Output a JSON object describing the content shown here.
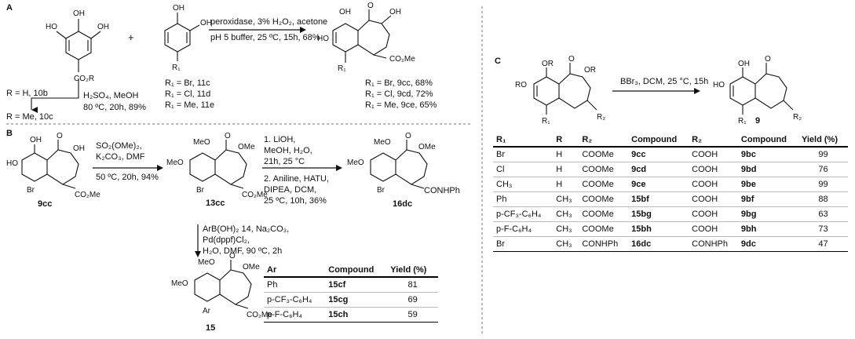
{
  "panels": {
    "a": "A",
    "b": "B",
    "c": "C"
  },
  "panel_a": {
    "conditions_line1": "peroxidase, 3% H₂O₂, acetone",
    "conditions_line2": "pH 5 buffer, 25 ºC, 15h, 68%",
    "plus": "+",
    "ester_label": "CO₂R",
    "r1_label": "R₁",
    "product_ester": "CO₂Me",
    "r1_list": [
      "R₁ = Br, 11c",
      "R₁ = Cl, 11d",
      "R₁ = Me, 11e"
    ],
    "product_list": [
      "R₁ = Br, 9cc, 68%",
      "R₁ = Cl, 9cd, 72%",
      "R₁ = Me, 9ce, 65%"
    ],
    "start_label": "R = H, 10b",
    "esterification_line1": "H₂SO₄, MeOH",
    "esterification_line2": "80 ºC, 20h, 89%",
    "ester_result": "R = Me, 10c"
  },
  "panel_b": {
    "sm_label": "9cc",
    "step1": [
      "SO₂(OMe)₂,",
      "K₂CO₃, DMF",
      "50 ºC, 20h, 94%"
    ],
    "intermediate_label": "13cc",
    "step2": [
      "1. LiOH,",
      "MeOH, H₂O,",
      "21h, 25 °C",
      "2. Aniline, HATU,",
      "DIPEA, DCM,",
      "25 ºC, 10h, 36%"
    ],
    "amide_label": "16dc",
    "amide_group": "CONHPh",
    "step3": [
      "ArB(OH)₂ 14, Na₂CO₃,",
      "Pd(dppf)Cl₂,",
      "H₂O, DMF, 90 ºC, 2h"
    ],
    "product_label": "15",
    "atoms": {
      "ho": "HO",
      "oh": "OH",
      "ome": "OMe",
      "meo": "MeO",
      "o": "O",
      "br": "Br",
      "ar": "Ar",
      "co2me": "CO₂Me"
    },
    "table": {
      "headers": [
        "Ar",
        "Compound",
        "Yield (%)"
      ],
      "rows": [
        [
          "Ph",
          "15cf",
          "81"
        ],
        [
          "p-CF₃-C₆H₄",
          "15cg",
          "69"
        ],
        [
          "p-F-C₆H₄",
          "15ch",
          "59"
        ]
      ]
    }
  },
  "panel_c": {
    "conditions": "BBr₃, DCM, 25 °C, 15h",
    "product_label": "9",
    "atoms": {
      "or": "OR",
      "ro": "RO",
      "o": "O",
      "r1": "R₁",
      "r2": "R₂",
      "oh": "OH",
      "ho": "HO"
    },
    "table": {
      "headers": [
        "R₁",
        "R",
        "R₂",
        "Compound",
        "R₂",
        "Compound",
        "Yield (%)"
      ],
      "rows": [
        [
          "Br",
          "H",
          "COOMe",
          "9cc",
          "COOH",
          "9bc",
          "99"
        ],
        [
          "Cl",
          "H",
          "COOMe",
          "9cd",
          "COOH",
          "9bd",
          "76"
        ],
        [
          "CH₃",
          "H",
          "COOMe",
          "9ce",
          "COOH",
          "9be",
          "99"
        ],
        [
          "Ph",
          "CH₃",
          "COOMe",
          "15bf",
          "COOH",
          "9bf",
          "88"
        ],
        [
          "p-CF₃-C₆H₄",
          "CH₃",
          "COOMe",
          "15bg",
          "COOH",
          "9bg",
          "63"
        ],
        [
          "p-F-C₆H₄",
          "CH₃",
          "COOMe",
          "15bh",
          "COOH",
          "9bh",
          "73"
        ],
        [
          "Br",
          "CH₃",
          "CONHPh",
          "16dc",
          "CONHPh",
          "9dc",
          "47"
        ]
      ]
    }
  },
  "colors": {
    "ink": "#111111",
    "divider": "#777777"
  }
}
